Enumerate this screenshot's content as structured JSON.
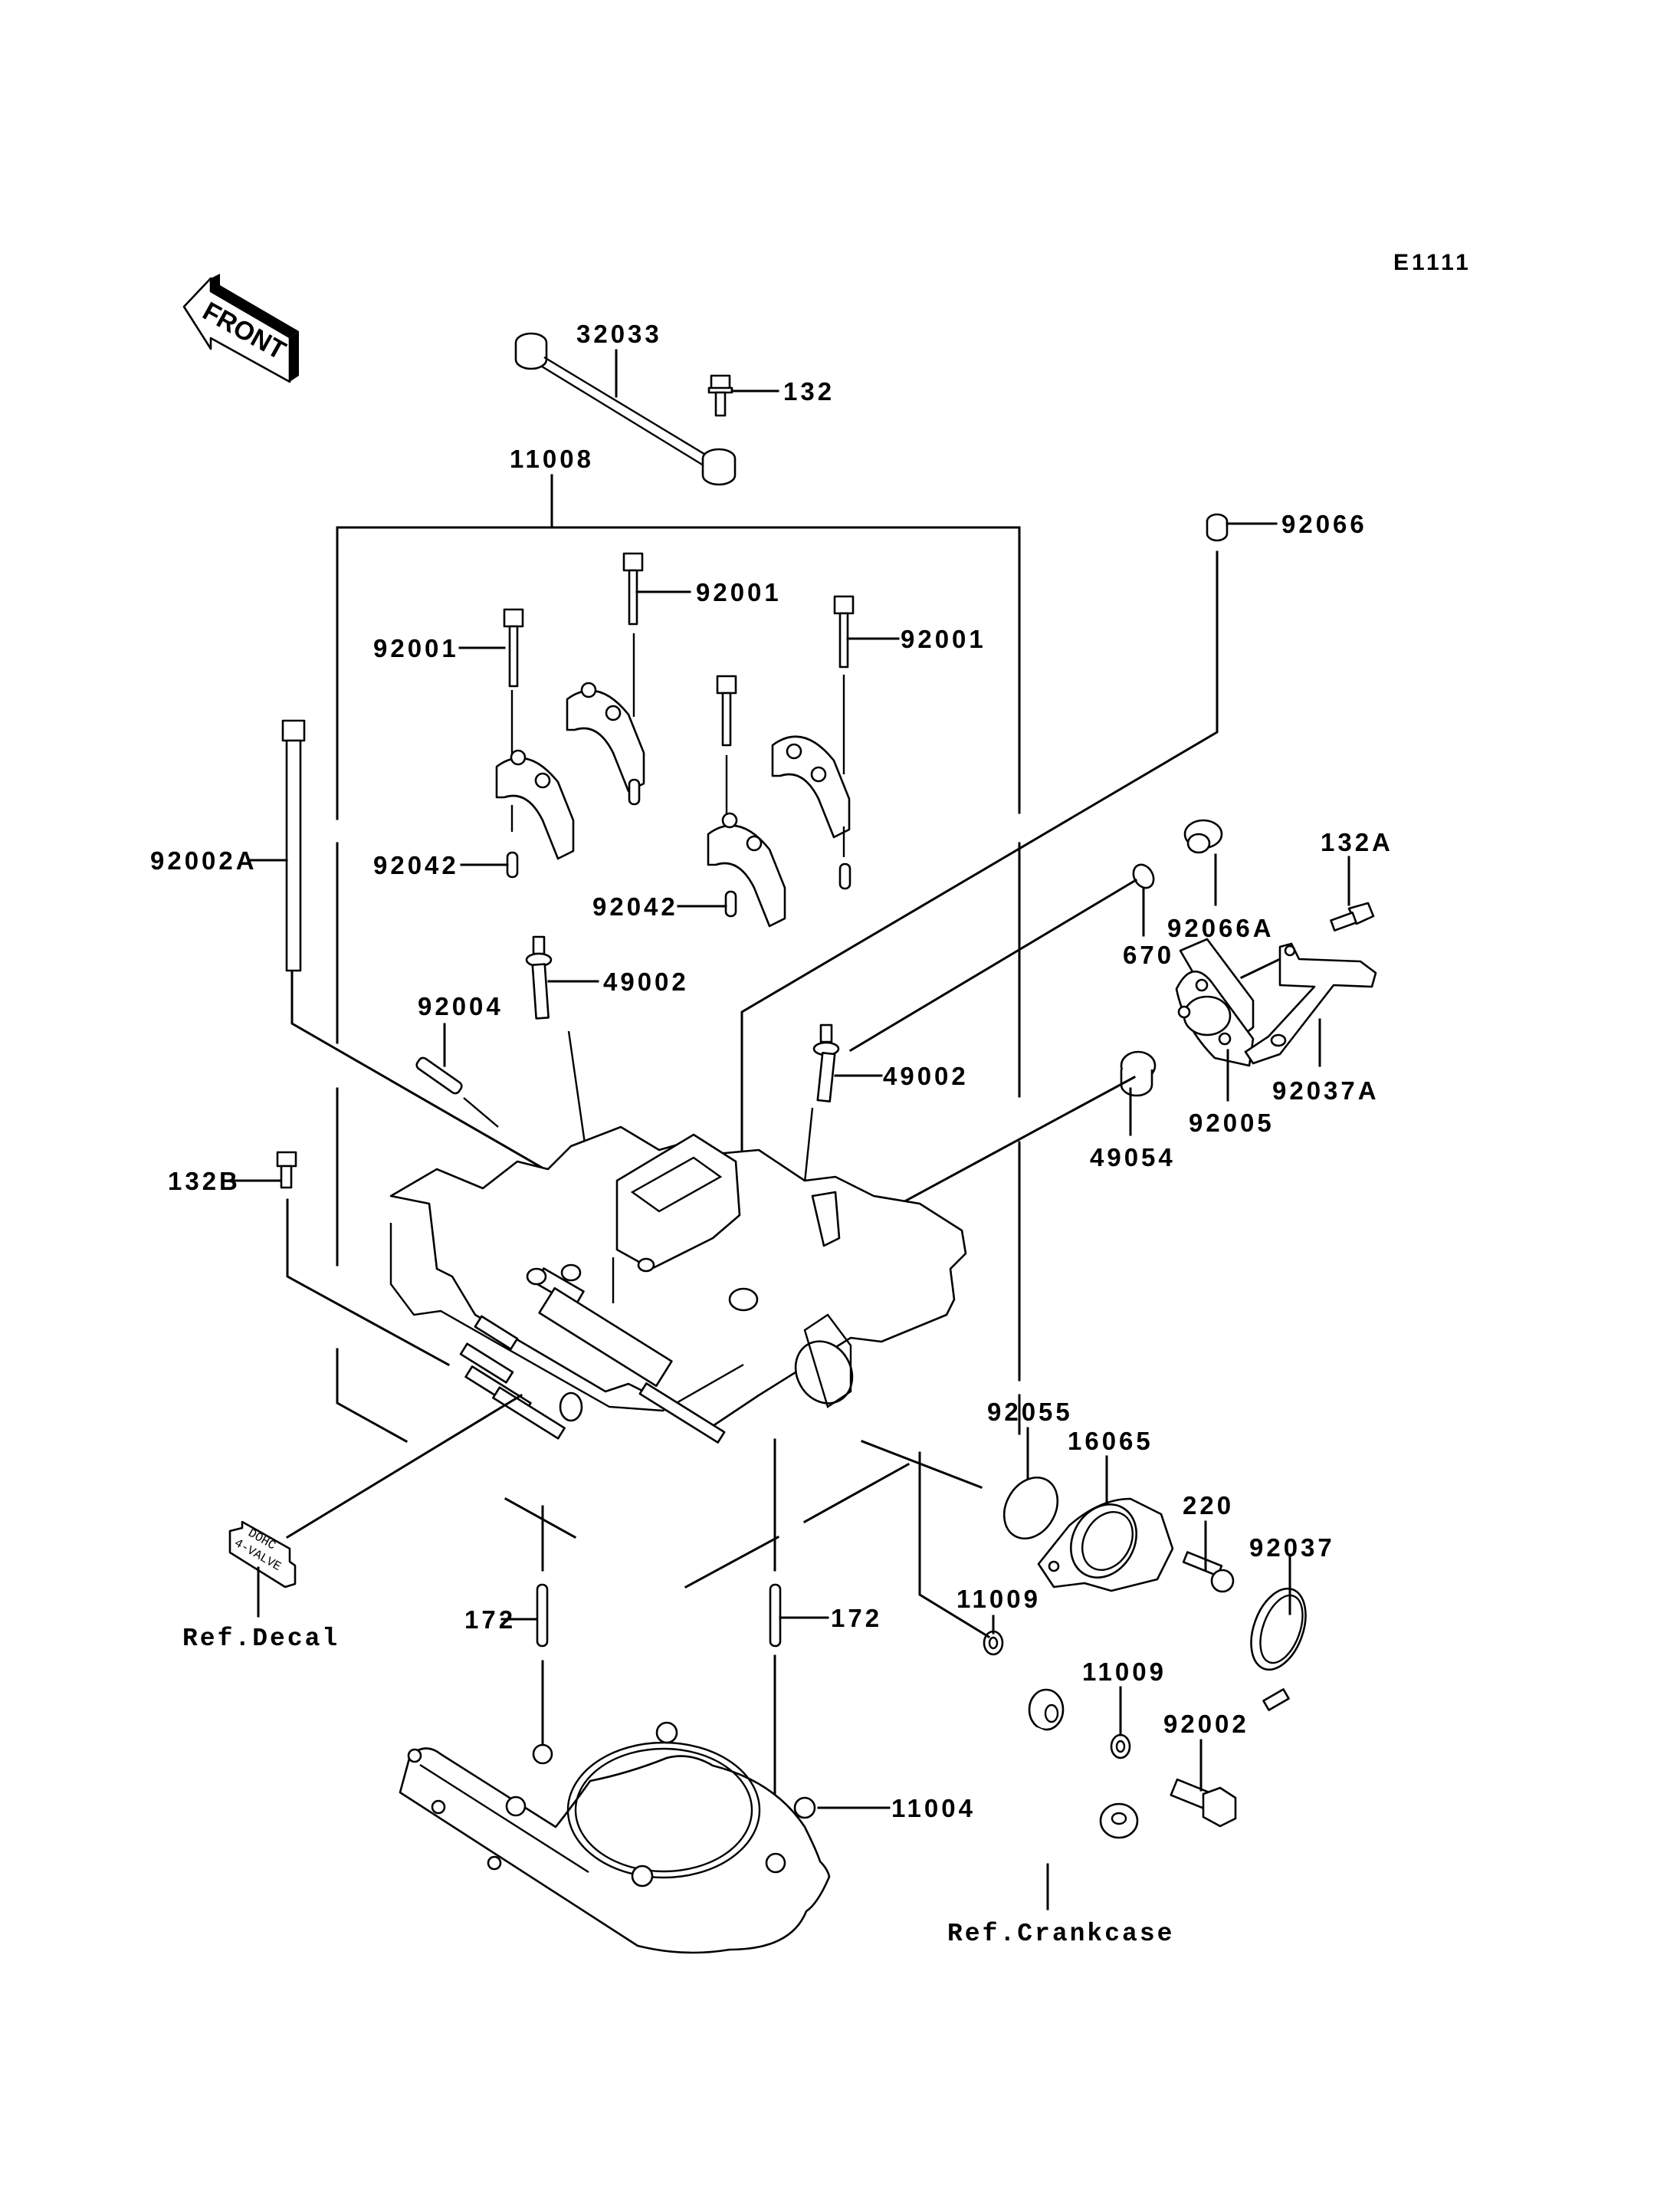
{
  "diagram": {
    "code": "E1111",
    "front_indicator": "FRONT",
    "decal_text": [
      "DOHC",
      "4-VALVE"
    ],
    "callouts": {
      "p32033": "32033",
      "p132": "132",
      "p11008": "11008",
      "p92066": "92066",
      "p92001_a": "92001",
      "p92001_b": "92001",
      "p92001_c": "92001",
      "p92002A": "92002A",
      "p92042_a": "92042",
      "p92042_b": "92042",
      "p670": "670",
      "p92066A": "92066A",
      "p132A": "132A",
      "p49002_a": "49002",
      "p49002_b": "49002",
      "p92004": "92004",
      "p92005": "92005",
      "p92037A": "92037A",
      "p49054": "49054",
      "p132B": "132B",
      "p92055": "92055",
      "p16065": "16065",
      "p220": "220",
      "p92037": "92037",
      "p11009_a": "11009",
      "p11009_b": "11009",
      "p172_a": "172",
      "p172_b": "172",
      "p92002": "92002",
      "p11004": "11004",
      "ref_decal": "Ref.Decal",
      "ref_crankcase": "Ref.Crankcase"
    }
  }
}
